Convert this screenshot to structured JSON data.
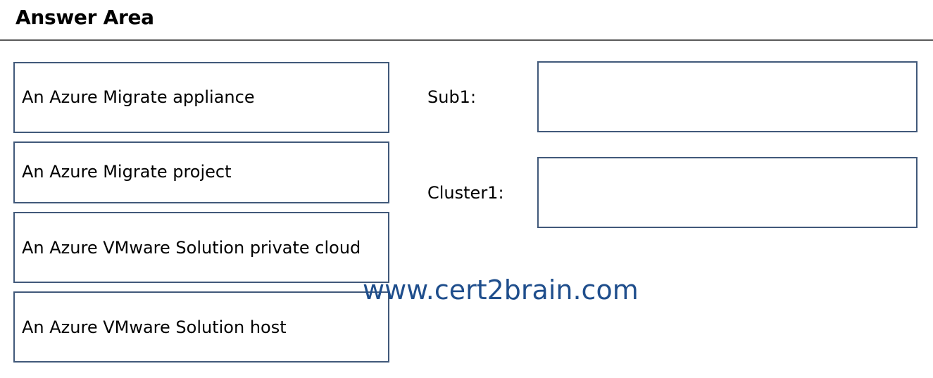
{
  "header": {
    "title": "Answer Area"
  },
  "options": [
    {
      "label": "An Azure Migrate appliance"
    },
    {
      "label": "An Azure Migrate project"
    },
    {
      "label": "An Azure VMware Solution private cloud"
    },
    {
      "label": "An Azure VMware Solution host"
    }
  ],
  "targets": [
    {
      "label": "Sub1:",
      "value": ""
    },
    {
      "label": "Cluster1:",
      "value": ""
    }
  ],
  "watermark": "www.cert2brain.com",
  "colors": {
    "box_border": "#41597a",
    "rule": "#5a5a5a",
    "watermark": "#1f4e8c"
  }
}
